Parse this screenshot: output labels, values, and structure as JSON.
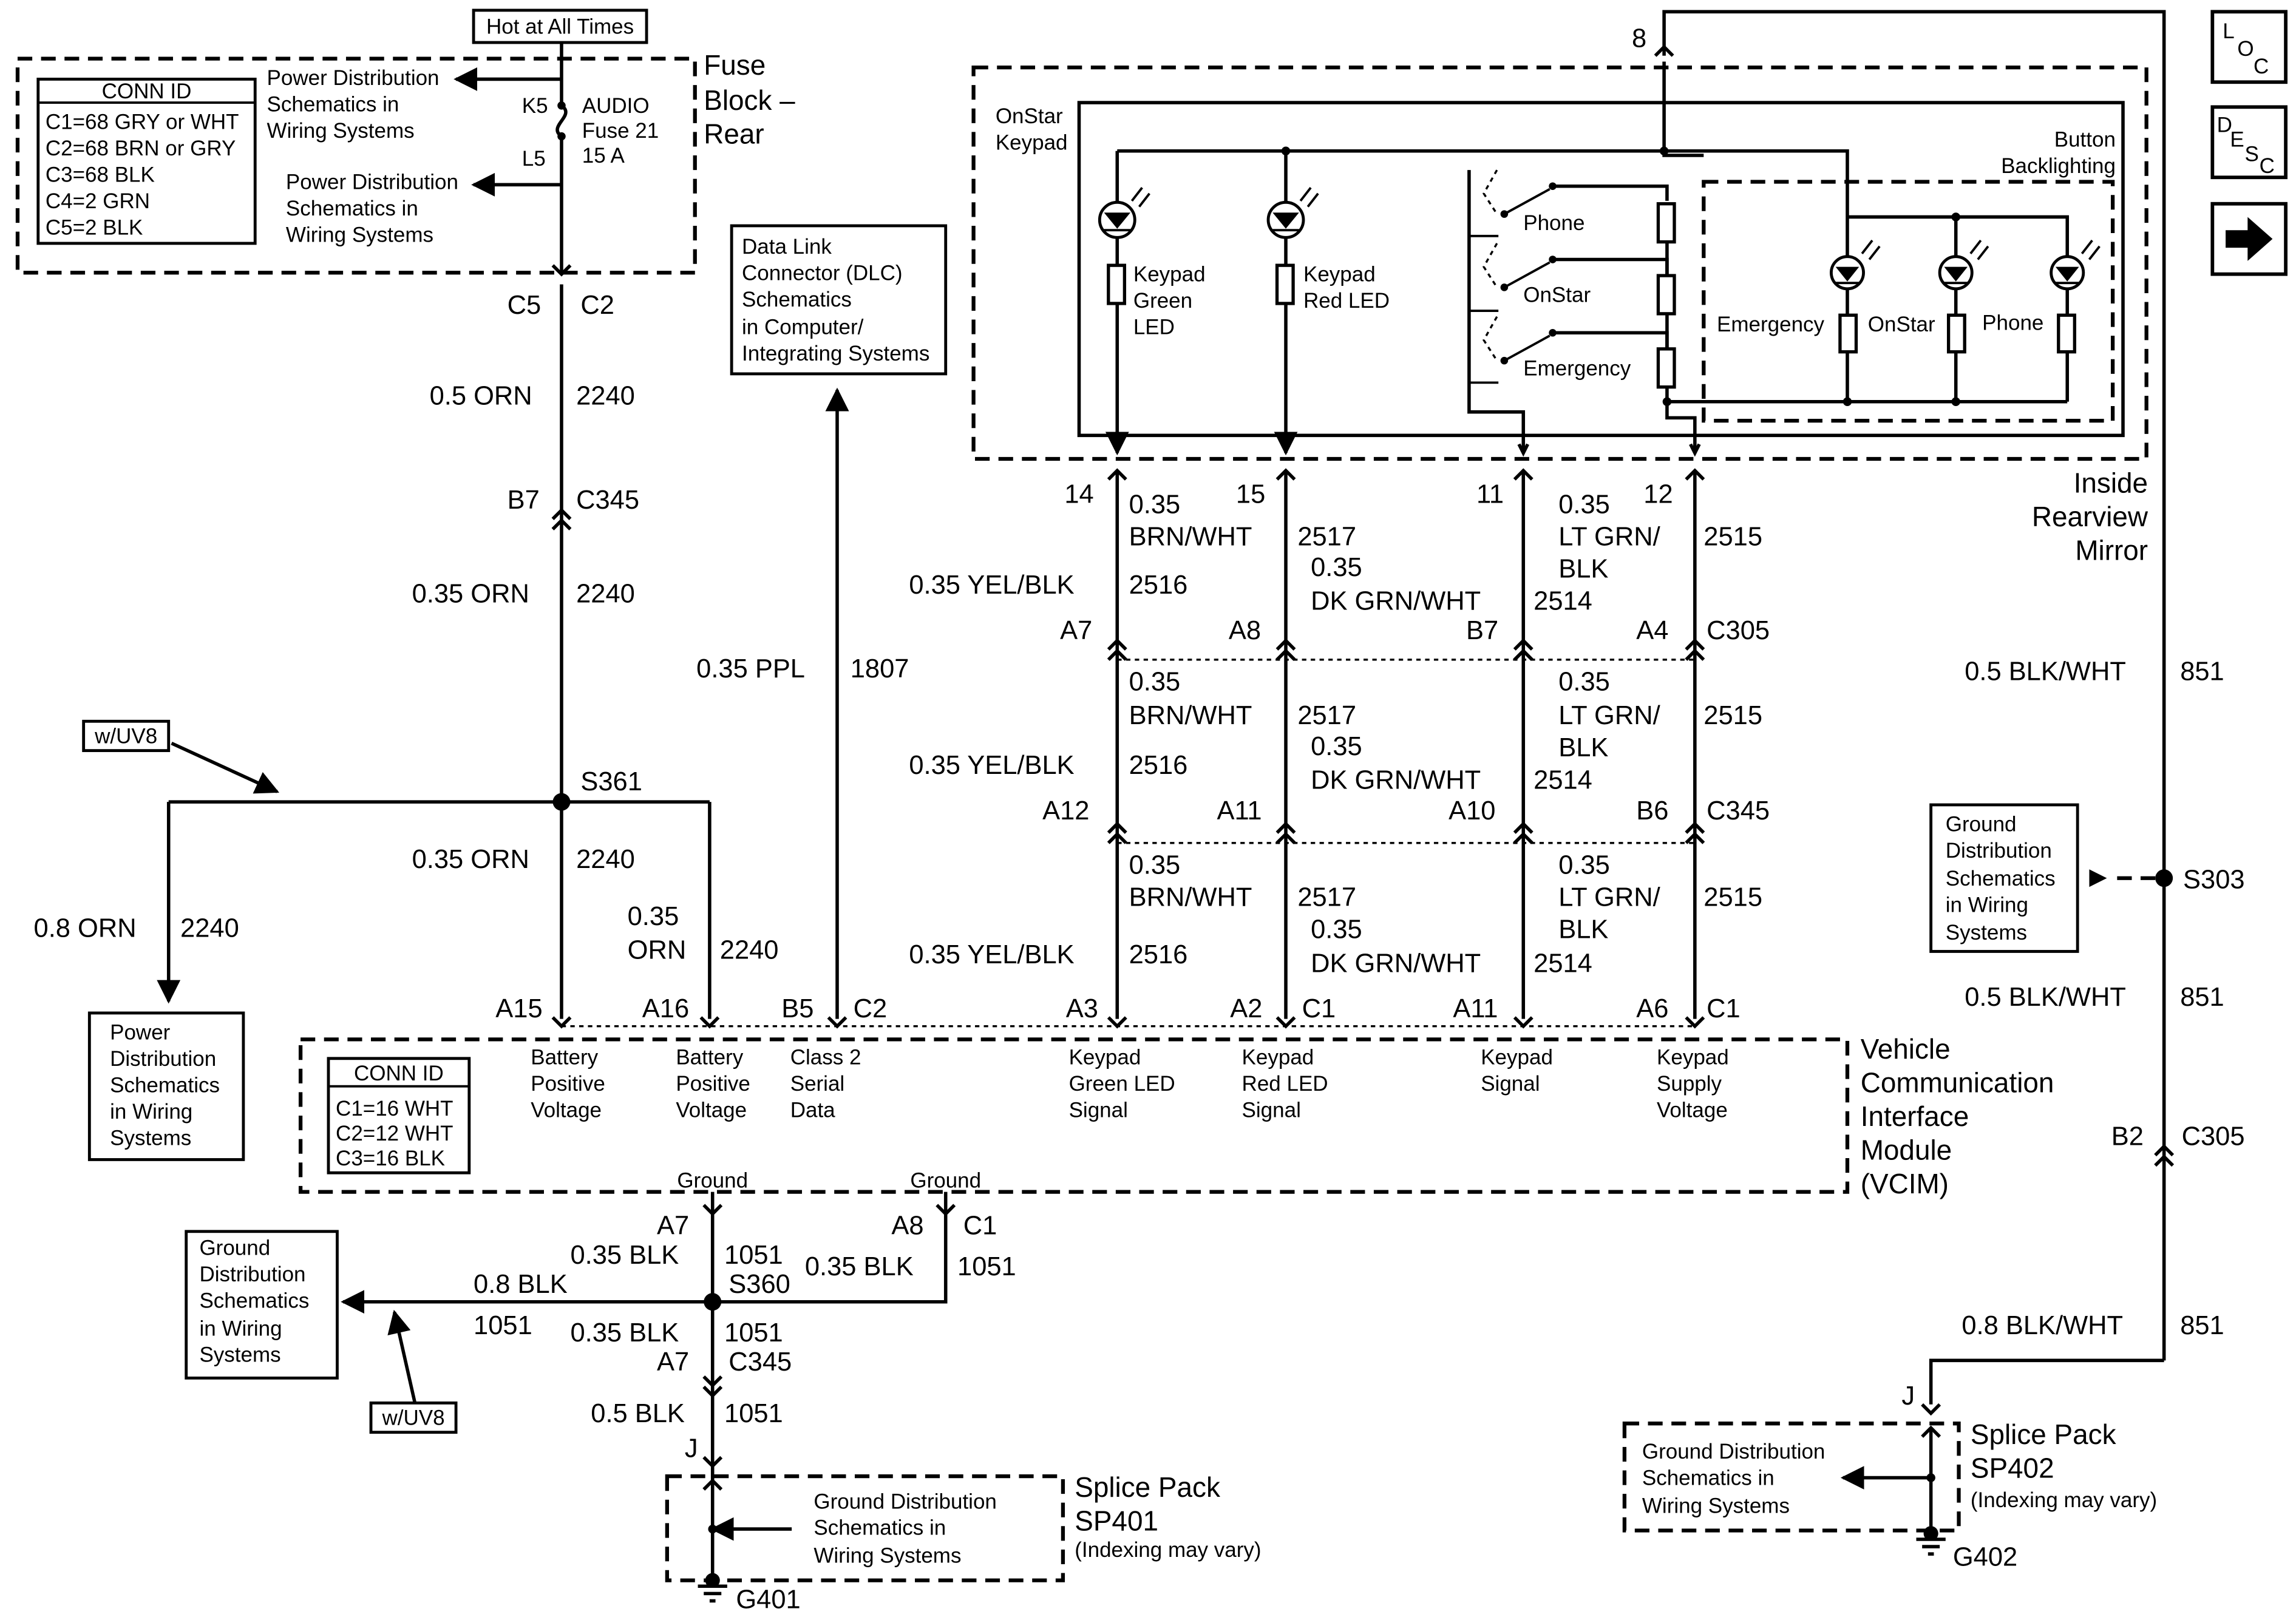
{
  "fuse_block": {
    "hot": "Hot at All Times",
    "title": [
      "Fuse",
      "Block –",
      "Rear"
    ],
    "conn_id_title": "CONN ID",
    "conn_ids": [
      "C1=68 GRY or WHT",
      "C2=68 BRN or GRY",
      "C3=68 BLK",
      "C4=2 GRN",
      "C5=2 BLK"
    ],
    "pd_top": [
      "Power Distribution",
      "Schematics in",
      "Wiring Systems"
    ],
    "pd_bottom": [
      "Power Distribution",
      "Schematics in",
      "Wiring Systems"
    ],
    "k5": "K5",
    "l5": "L5",
    "fuse": [
      "AUDIO",
      "Fuse 21",
      "15 A"
    ],
    "c5": "C5",
    "c2": "C2"
  },
  "dlc": [
    "Data Link",
    "Connector (DLC)",
    "Schematics",
    "in Computer/",
    "Integrating Systems"
  ],
  "mirror": {
    "pin8": "8",
    "keypad_title": [
      "OnStar",
      "Keypad"
    ],
    "backlight": [
      "Button",
      "Backlighting"
    ],
    "green_led": [
      "Keypad",
      "Green",
      "LED"
    ],
    "red_led": [
      "Keypad",
      "Red LED"
    ],
    "sw_phone": "Phone",
    "sw_onstar": "OnStar",
    "sw_emerg": "Emergency",
    "bl_emerg": "Emergency",
    "bl_onstar": "OnStar",
    "bl_phone": "Phone",
    "title": [
      "Inside",
      "Rearview",
      "Mirror"
    ],
    "pins": [
      "14",
      "15",
      "11",
      "12"
    ]
  },
  "left_bus": {
    "w1": "0.5 ORN",
    "c1": "2240",
    "b7": "B7",
    "c345": "C345",
    "w2": "0.35 ORN",
    "c2": "2240",
    "s361": "S361",
    "w3": "0.35 ORN",
    "c3": "2240",
    "w4": [
      "0.35",
      "ORN"
    ],
    "c4": "2240",
    "w5": "0.8 ORN",
    "c5": "2240",
    "uv8": "w/UV8",
    "pd": [
      "Power",
      "Distribution",
      "Schematics",
      "in Wiring",
      "Systems"
    ],
    "w6": "0.35 PPL",
    "c6": "1807"
  },
  "keypad_wires": {
    "brn_ga": "0.35",
    "brn": "BRN/WHT",
    "brn_c": "2517",
    "yel": "0.35 YEL/BLK",
    "yel_c": "2516",
    "dk_ga": "0.35",
    "dk": "DK GRN/WHT",
    "dk_c": "2514",
    "lt_ga": "0.35",
    "lt": [
      "LT GRN/",
      "BLK"
    ],
    "lt_c": "2515",
    "row1": [
      "A7",
      "A8",
      "B7",
      "A4",
      "C305"
    ],
    "row2": [
      "A12",
      "A11",
      "A10",
      "B6",
      "C345"
    ]
  },
  "vcim": {
    "pins": [
      "A15",
      "A16",
      "B5",
      "C2",
      "A3",
      "A2",
      "C1",
      "A11",
      "A6",
      "C1"
    ],
    "conn_id_title": "CONN ID",
    "conn_ids": [
      "C1=16 WHT",
      "C2=12 WHT",
      "C3=16 BLK"
    ],
    "sig1": [
      "Battery",
      "Positive",
      "Voltage"
    ],
    "sig2": [
      "Battery",
      "Positive",
      "Voltage"
    ],
    "sig3": [
      "Class 2",
      "Serial",
      "Data"
    ],
    "sig4": [
      "Keypad",
      "Green LED",
      "Signal"
    ],
    "sig5": [
      "Keypad",
      "Red LED",
      "Signal"
    ],
    "sig6": [
      "Keypad",
      "Signal"
    ],
    "sig7": [
      "Keypad",
      "Supply",
      "Voltage"
    ],
    "title": [
      "Vehicle",
      "Communication",
      "Interface",
      "Module",
      "(VCIM)"
    ],
    "ground": "Ground"
  },
  "ground_left": {
    "a7": "A7",
    "a8": "A8",
    "c1": "C1",
    "w1": "0.35 BLK",
    "c_1": "1051",
    "w2": "0.35 BLK",
    "c_2": "1051",
    "s360": "S360",
    "w3": "0.8 BLK",
    "c_3": "1051",
    "w4": "0.35 BLK",
    "c_4": "1051",
    "a7b": "A7",
    "c345": "C345",
    "w5": "0.5 BLK",
    "c_5": "1051",
    "j": "J",
    "gd": [
      "Ground",
      "Distribution",
      "Schematics",
      "in Wiring",
      "Systems"
    ],
    "uv8": "w/UV8",
    "sp_gd": [
      "Ground Distribution",
      "Schematics in",
      "Wiring Systems"
    ],
    "sp_title": [
      "Splice Pack",
      "SP401"
    ],
    "sp_note": "(Indexing may vary)",
    "g": "G401"
  },
  "ground_right": {
    "w1": "0.5 BLK/WHT",
    "c1": "851",
    "gd": [
      "Ground",
      "Distribution",
      "Schematics",
      "in Wiring",
      "Systems"
    ],
    "s303": "S303",
    "w2": "0.5 BLK/WHT",
    "c2": "851",
    "b2": "B2",
    "c305": "C305",
    "w3": "0.8 BLK/WHT",
    "c3": "851",
    "j": "J",
    "sp_gd": [
      "Ground Distribution",
      "Schematics in",
      "Wiring Systems"
    ],
    "sp_title": [
      "Splice Pack",
      "SP402"
    ],
    "sp_note": "(Indexing may vary)",
    "g": "G402"
  },
  "nav": {
    "loc": [
      "L",
      "O",
      "C"
    ],
    "desc": [
      "D",
      "E",
      "S",
      "C"
    ]
  }
}
